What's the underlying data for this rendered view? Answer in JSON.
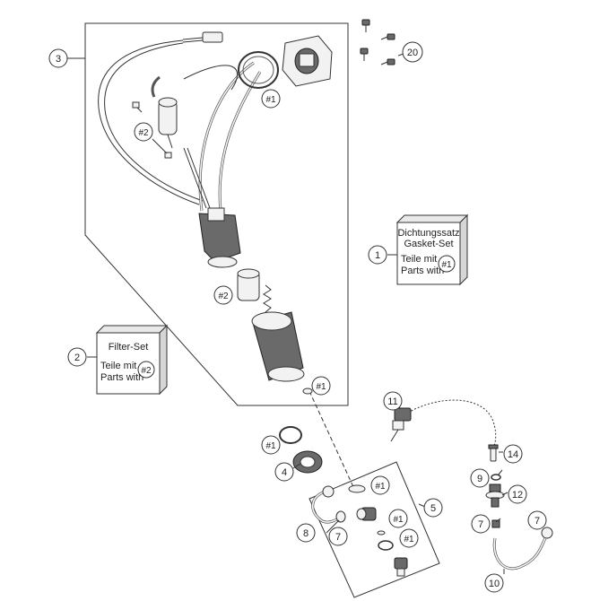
{
  "callouts": [
    {
      "id": "c1",
      "text": "1"
    },
    {
      "id": "c2",
      "text": "2"
    },
    {
      "id": "c3",
      "text": "3"
    },
    {
      "id": "c4",
      "text": "4"
    },
    {
      "id": "c5",
      "text": "5"
    },
    {
      "id": "c7a",
      "text": "7"
    },
    {
      "id": "c7b",
      "text": "7"
    },
    {
      "id": "c7c",
      "text": "7"
    },
    {
      "id": "c8",
      "text": "8"
    },
    {
      "id": "c9",
      "text": "9"
    },
    {
      "id": "c10",
      "text": "10"
    },
    {
      "id": "c11",
      "text": "11"
    },
    {
      "id": "c12",
      "text": "12"
    },
    {
      "id": "c14",
      "text": "14"
    },
    {
      "id": "c20",
      "text": "20"
    }
  ],
  "tags": [
    {
      "id": "t1",
      "text": "#1"
    },
    {
      "id": "t2",
      "text": "#2"
    },
    {
      "id": "t3",
      "text": "#2"
    },
    {
      "id": "t4",
      "text": "#1"
    },
    {
      "id": "t5",
      "text": "#1"
    },
    {
      "id": "t6",
      "text": "#1"
    },
    {
      "id": "t7",
      "text": "#1"
    },
    {
      "id": "t8",
      "text": "#1"
    }
  ],
  "gasket_set": {
    "title_line1": "Dichtungssatz",
    "title_line2": "Gasket-Set",
    "sub_line1": "Teile mit",
    "sub_line2": "Parts with",
    "tag": "#1"
  },
  "filter_set": {
    "title": "Filter-Set",
    "sub_line1": "Teile mit",
    "sub_line2": "Parts with",
    "tag": "#2"
  }
}
